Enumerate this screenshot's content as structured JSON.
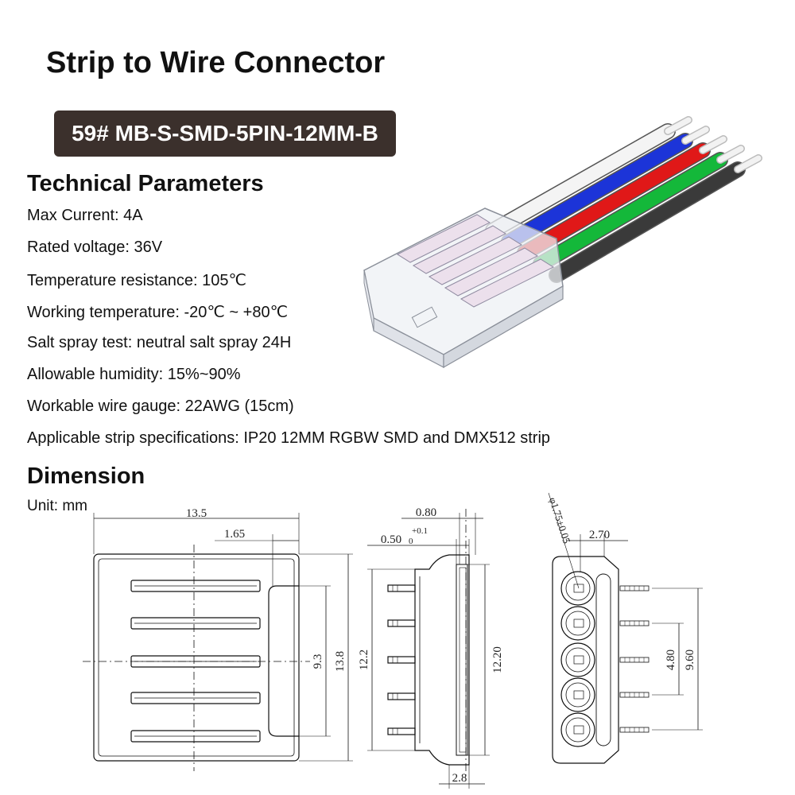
{
  "title": "Strip to Wire Connector",
  "model": "59# MB-S-SMD-5PIN-12MM-B",
  "params_heading": "Technical Parameters",
  "params": [
    "Max Current: 4A",
    "Rated voltage: 36V",
    "Temperature resistance: 105℃",
    "Working temperature: -20℃ ~ +80℃",
    "Salt spray test: neutral salt spray 24H",
    "Allowable humidity: 15%~90%",
    "Workable wire gauge: 22AWG  (15cm)",
    "Applicable strip specifications: IP20 12MM  RGBW SMD and DMX512 strip"
  ],
  "dimension_heading": "Dimension",
  "unit": "Unit: mm",
  "wire_colors": [
    "#f4f4f4",
    "#1c34d8",
    "#e01818",
    "#14b83a",
    "#3a3a3a"
  ],
  "dims": {
    "top_width": "13.5",
    "top_offset": "1.65",
    "top_inner_h": "9.3",
    "top_outer_h": "13.8",
    "side_top": "0.80",
    "side_tol_base": "0.50",
    "side_tol_upper": "+0.1",
    "side_tol_lower": "0",
    "side_left_h": "12.2",
    "side_right_h": "12.20",
    "side_bottom": "2.8",
    "end_pitch": "2.70",
    "end_hole": "φ1.75±0.05",
    "end_inner": "4.80",
    "end_outer": "9.60"
  }
}
